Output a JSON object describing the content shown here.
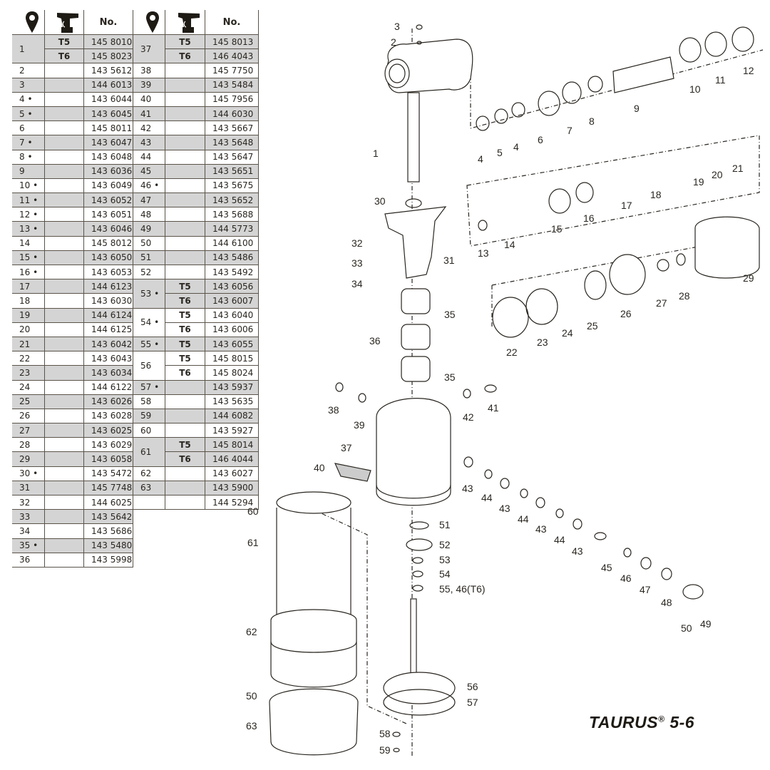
{
  "title": "TAURUS",
  "title_mark": "®",
  "model": "5-6",
  "table": {
    "headers": {
      "position_icon": "location-pin-icon",
      "tool_icon": "rivet-tool-icon",
      "number_label": "No."
    },
    "left_rows": [
      {
        "pos": "1",
        "tool": "T5",
        "no": "145 8010",
        "shade": true,
        "span": 2
      },
      {
        "pos": "",
        "tool": "T6",
        "no": "145 8023",
        "shade": true,
        "cont": true
      },
      {
        "pos": "2",
        "tool": "",
        "no": "143 5612",
        "shade": false
      },
      {
        "pos": "3",
        "tool": "",
        "no": "144 6013",
        "shade": true
      },
      {
        "pos": "4 •",
        "tool": "",
        "no": "143 6044",
        "shade": false
      },
      {
        "pos": "5 •",
        "tool": "",
        "no": "143 6045",
        "shade": true
      },
      {
        "pos": "6",
        "tool": "",
        "no": "145 8011",
        "shade": false
      },
      {
        "pos": "7 •",
        "tool": "",
        "no": "143 6047",
        "shade": true
      },
      {
        "pos": "8 •",
        "tool": "",
        "no": "143 6048",
        "shade": false
      },
      {
        "pos": "9",
        "tool": "",
        "no": "143 6036",
        "shade": true
      },
      {
        "pos": "10 •",
        "tool": "",
        "no": "143 6049",
        "shade": false
      },
      {
        "pos": "11 •",
        "tool": "",
        "no": "143 6052",
        "shade": true
      },
      {
        "pos": "12 •",
        "tool": "",
        "no": "143 6051",
        "shade": false
      },
      {
        "pos": "13 •",
        "tool": "",
        "no": "143 6046",
        "shade": true
      },
      {
        "pos": "14",
        "tool": "",
        "no": "145 8012",
        "shade": false
      },
      {
        "pos": "15 •",
        "tool": "",
        "no": "143 6050",
        "shade": true
      },
      {
        "pos": "16 •",
        "tool": "",
        "no": "143 6053",
        "shade": false
      },
      {
        "pos": "17",
        "tool": "",
        "no": "144 6123",
        "shade": true
      },
      {
        "pos": "18",
        "tool": "",
        "no": "143 6030",
        "shade": false
      },
      {
        "pos": "19",
        "tool": "",
        "no": "144 6124",
        "shade": true
      },
      {
        "pos": "20",
        "tool": "",
        "no": "144 6125",
        "shade": false
      },
      {
        "pos": "21",
        "tool": "",
        "no": "143 6042",
        "shade": true
      },
      {
        "pos": "22",
        "tool": "",
        "no": "143 6043",
        "shade": false
      },
      {
        "pos": "23",
        "tool": "",
        "no": "143 6034",
        "shade": true
      },
      {
        "pos": "24",
        "tool": "",
        "no": "144 6122",
        "shade": false
      },
      {
        "pos": "25",
        "tool": "",
        "no": "143 6026",
        "shade": true
      },
      {
        "pos": "26",
        "tool": "",
        "no": "143 6028",
        "shade": false
      },
      {
        "pos": "27",
        "tool": "",
        "no": "143 6025",
        "shade": true
      },
      {
        "pos": "28",
        "tool": "",
        "no": "143 6029",
        "shade": false
      },
      {
        "pos": "29",
        "tool": "",
        "no": "143 6058",
        "shade": true
      },
      {
        "pos": "30 •",
        "tool": "",
        "no": "143 5472",
        "shade": false
      },
      {
        "pos": "31",
        "tool": "",
        "no": "145 7748",
        "shade": true
      },
      {
        "pos": "32",
        "tool": "",
        "no": "144 6025",
        "shade": false
      },
      {
        "pos": "33",
        "tool": "",
        "no": "143 5642",
        "shade": true
      },
      {
        "pos": "34",
        "tool": "",
        "no": "143 5686",
        "shade": false
      },
      {
        "pos": "35 •",
        "tool": "",
        "no": "143 5480",
        "shade": true
      },
      {
        "pos": "36",
        "tool": "",
        "no": "143 5998",
        "shade": false
      }
    ],
    "right_rows": [
      {
        "pos": "37",
        "tool": "T5",
        "no": "145 8013",
        "shade": true,
        "span": 2
      },
      {
        "pos": "",
        "tool": "T6",
        "no": "146 4043",
        "shade": true,
        "cont": true
      },
      {
        "pos": "38",
        "tool": "",
        "no": "145 7750",
        "shade": false
      },
      {
        "pos": "39",
        "tool": "",
        "no": "143 5484",
        "shade": true
      },
      {
        "pos": "40",
        "tool": "",
        "no": "145 7956",
        "shade": false
      },
      {
        "pos": "41",
        "tool": "",
        "no": "144 6030",
        "shade": true
      },
      {
        "pos": "42",
        "tool": "",
        "no": "143 5667",
        "shade": false
      },
      {
        "pos": "43",
        "tool": "",
        "no": "143 5648",
        "shade": true
      },
      {
        "pos": "44",
        "tool": "",
        "no": "143 5647",
        "shade": false
      },
      {
        "pos": "45",
        "tool": "",
        "no": "143 5651",
        "shade": true
      },
      {
        "pos": "46 •",
        "tool": "",
        "no": "143 5675",
        "shade": false
      },
      {
        "pos": "47",
        "tool": "",
        "no": "143 5652",
        "shade": true
      },
      {
        "pos": "48",
        "tool": "",
        "no": "143 5688",
        "shade": false
      },
      {
        "pos": "49",
        "tool": "",
        "no": "144 5773",
        "shade": true
      },
      {
        "pos": "50",
        "tool": "",
        "no": "144 6100",
        "shade": false
      },
      {
        "pos": "51",
        "tool": "",
        "no": "143 5486",
        "shade": true
      },
      {
        "pos": "52",
        "tool": "",
        "no": "143 5492",
        "shade": false
      },
      {
        "pos": "53 •",
        "tool": "T5",
        "no": "143 6056",
        "shade": true,
        "span": 2
      },
      {
        "pos": "",
        "tool": "T6",
        "no": "143 6007",
        "shade": true,
        "cont": true
      },
      {
        "pos": "54 •",
        "tool": "T5",
        "no": "143 6040",
        "shade": false,
        "span": 2
      },
      {
        "pos": "",
        "tool": "T6",
        "no": "143 6006",
        "shade": false,
        "cont": true
      },
      {
        "pos": "55 •",
        "tool": "T5",
        "no": "143 6055",
        "shade": true
      },
      {
        "pos": "56",
        "tool": "T5",
        "no": "145 8015",
        "shade": false,
        "span": 2
      },
      {
        "pos": "",
        "tool": "T6",
        "no": "145 8024",
        "shade": false,
        "cont": true
      },
      {
        "pos": "57 •",
        "tool": "",
        "no": "143 5937",
        "shade": true
      },
      {
        "pos": "58",
        "tool": "",
        "no": "143 5635",
        "shade": false
      },
      {
        "pos": "59",
        "tool": "",
        "no": "144 6082",
        "shade": true
      },
      {
        "pos": "60",
        "tool": "",
        "no": "143 5927",
        "shade": false
      },
      {
        "pos": "61",
        "tool": "T5",
        "no": "145 8014",
        "shade": true,
        "span": 2
      },
      {
        "pos": "",
        "tool": "T6",
        "no": "146 4044",
        "shade": true,
        "cont": true
      },
      {
        "pos": "62",
        "tool": "",
        "no": "143 6027",
        "shade": false
      },
      {
        "pos": "63",
        "tool": "",
        "no": "143 5900",
        "shade": true
      },
      {
        "pos": "",
        "tool": "",
        "no": "144 5294",
        "shade": false
      }
    ]
  },
  "callouts": [
    "1",
    "2",
    "3",
    "4",
    "5",
    "4",
    "6",
    "7",
    "8",
    "9",
    "10",
    "11",
    "12",
    "13",
    "14",
    "15",
    "16",
    "17",
    "18",
    "19",
    "20",
    "21",
    "22",
    "23",
    "24",
    "25",
    "26",
    "27",
    "28",
    "29",
    "30",
    "31",
    "32",
    "33",
    "34",
    "35",
    "35",
    "36",
    "37",
    "38",
    "39",
    "40",
    "41",
    "42",
    "43",
    "44",
    "43",
    "44",
    "43",
    "44",
    "43",
    "45",
    "46",
    "47",
    "48",
    "49",
    "50",
    "51",
    "52",
    "53",
    "54",
    "55, 46(T6)",
    "56",
    "57",
    "58",
    "59",
    "60",
    "61",
    "62",
    "50",
    "63"
  ],
  "colors": {
    "shade": "#d4d4d4",
    "border": "#5a534a",
    "ink": "#2a2620"
  }
}
